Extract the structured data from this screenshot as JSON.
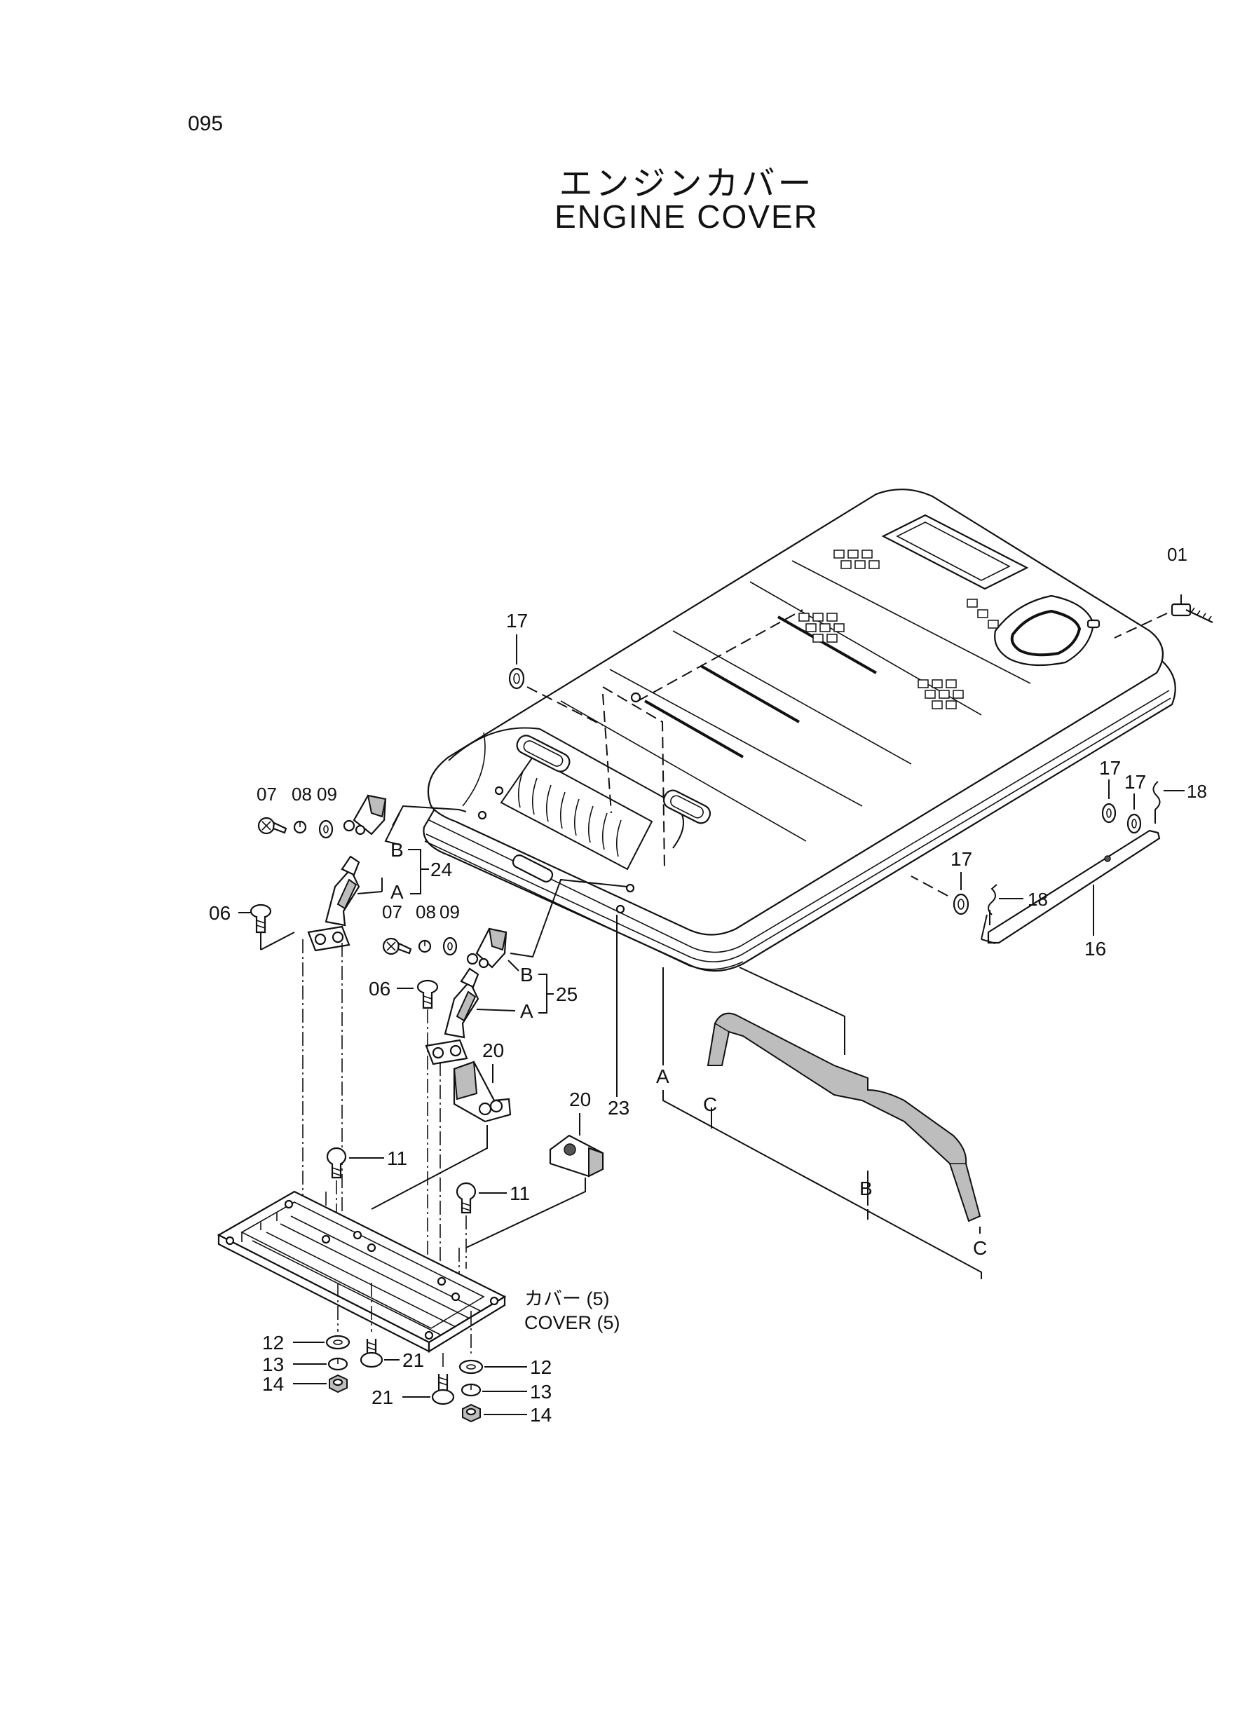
{
  "page_number": "095",
  "title": {
    "japanese": "エンジンカバー",
    "english": "ENGINE  COVER"
  },
  "callouts": {
    "p01": "01",
    "p06a": "06",
    "p06b": "06",
    "p07a": "07",
    "p07b": "07",
    "p08a": "08",
    "p08b": "08",
    "p09a": "09",
    "p09b": "09",
    "p11a": "11",
    "p11b": "11",
    "p12a": "12",
    "p12b": "12",
    "p13a": "13",
    "p13b": "13",
    "p14a": "14",
    "p14b": "14",
    "p16": "16",
    "p17a": "17",
    "p17b": "17",
    "p17c": "17",
    "p17d": "17",
    "p18a": "18",
    "p18b": "18",
    "p20a": "20",
    "p20b": "20",
    "p21a": "21",
    "p21b": "21",
    "p23": "23",
    "p24": "24",
    "p25": "25"
  },
  "sub_labels": {
    "a1": "A",
    "b1": "B",
    "a2": "A",
    "b2": "B",
    "a_seal": "A",
    "b_seal": "B",
    "c_left": "C",
    "c_right": "C"
  },
  "subassembly": {
    "japanese": "カバー (5)",
    "english": "COVER (5)"
  }
}
